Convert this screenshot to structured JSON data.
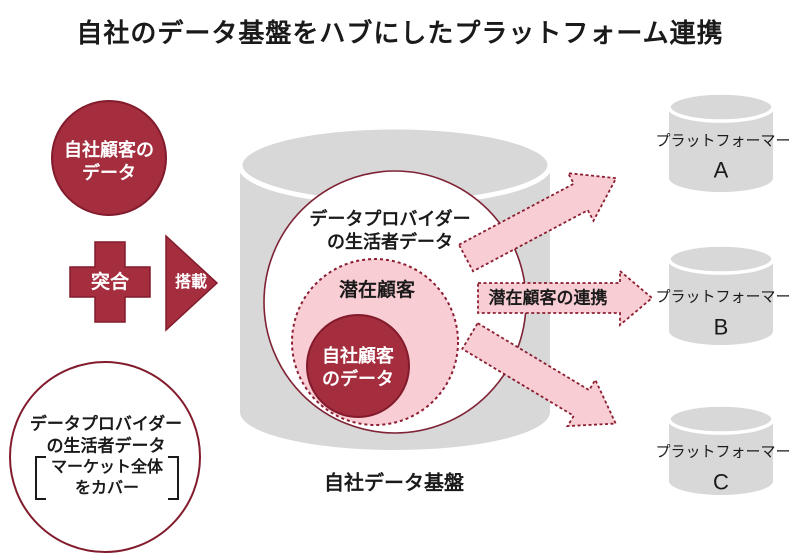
{
  "title": "自社のデータ基盤をハブにしたプラットフォーム連携",
  "colors": {
    "dark_red": "#A42E3E",
    "dark_red_border": "#821B2C",
    "pink": "#F8CDD3",
    "dash_red": "#8B1E32",
    "cylinder_gray": "#D8D8D8",
    "text": "#1A1A1A"
  },
  "left_flow": {
    "own_customer_circle": {
      "line1": "自社顧客の",
      "line2": "データ"
    },
    "merge_label": "突合",
    "load_label": "搭載",
    "provider_circle": {
      "line1": "データプロバイダー",
      "line2": "の生活者データ",
      "bracket_line1": "マーケット全体",
      "bracket_line2": "をカバー"
    }
  },
  "hub": {
    "provider_layer": {
      "line1": "データプロバイダー",
      "line2": "の生活者データ"
    },
    "potential_label": "潜在顧客",
    "own_customer": {
      "line1": "自社顧客",
      "line2": "のデータ"
    },
    "cylinder_label": "自社データ基盤"
  },
  "links": {
    "middle_arrow_label": "潜在顧客の連携"
  },
  "platforms": [
    {
      "label": "プラットフォーマー",
      "letter": "A"
    },
    {
      "label": "プラットフォーマー",
      "letter": "B"
    },
    {
      "label": "プラットフォーマー",
      "letter": "C"
    }
  ]
}
